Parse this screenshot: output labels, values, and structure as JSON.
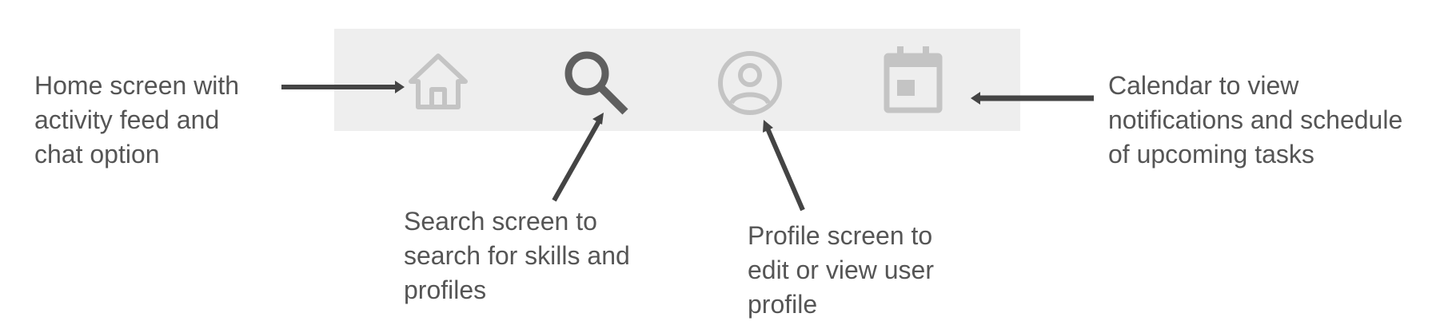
{
  "nav_bar": {
    "background": "#eeeeee",
    "items": [
      {
        "icon": "home-icon",
        "state": "inactive",
        "color": "#c4c4c4"
      },
      {
        "icon": "search-icon",
        "state": "active",
        "color": "#5f5f5f"
      },
      {
        "icon": "profile-icon",
        "state": "inactive",
        "color": "#c4c4c4"
      },
      {
        "icon": "calendar-icon",
        "state": "inactive",
        "color": "#c4c4c4"
      }
    ]
  },
  "annotations": {
    "home": {
      "lines": [
        "Home screen with",
        "activity feed and",
        "chat option"
      ],
      "points_to": "home-icon"
    },
    "search": {
      "lines": [
        "Search screen to",
        "search for skills and",
        "profiles"
      ],
      "points_to": "search-icon"
    },
    "profile": {
      "lines": [
        "Profile screen to",
        "edit or view user",
        "profile"
      ],
      "points_to": "profile-icon"
    },
    "calendar": {
      "lines": [
        "Calendar to view",
        "notifications and schedule",
        "of upcoming tasks"
      ],
      "points_to": "calendar-icon"
    }
  },
  "colors": {
    "text": "#555555",
    "arrow": "#444444",
    "active_icon": "#5f5f5f",
    "inactive_icon": "#c4c4c4"
  }
}
